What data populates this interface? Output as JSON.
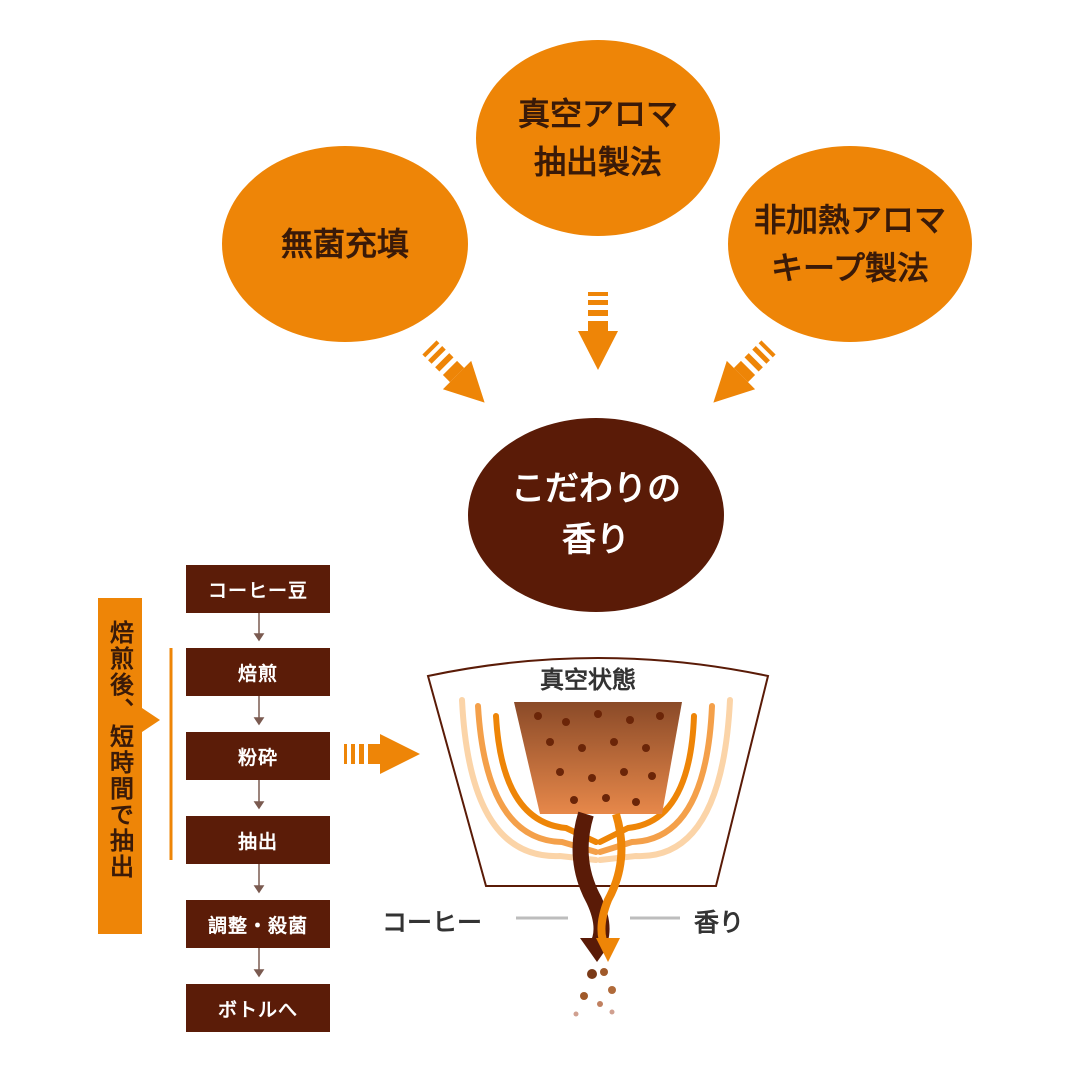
{
  "methods": {
    "left": "無菌充填",
    "center": "真空アロマ\n抽出製法",
    "right": "非加熱アロマ\nキープ製法"
  },
  "result": "こだわりの\n香り",
  "process": {
    "steps": [
      "コーヒー豆",
      "焙煎",
      "粉砕",
      "抽出",
      "調整・殺菌",
      "ボトルへ"
    ],
    "note": "焙煎後、短時間で抽出"
  },
  "vessel": {
    "label": "真空状態",
    "coffee_label": "コーヒー",
    "aroma_label": "香り"
  },
  "colors": {
    "orange": "#ee8507",
    "brown": "#5a1b07",
    "text_dark": "#3a1a08"
  }
}
